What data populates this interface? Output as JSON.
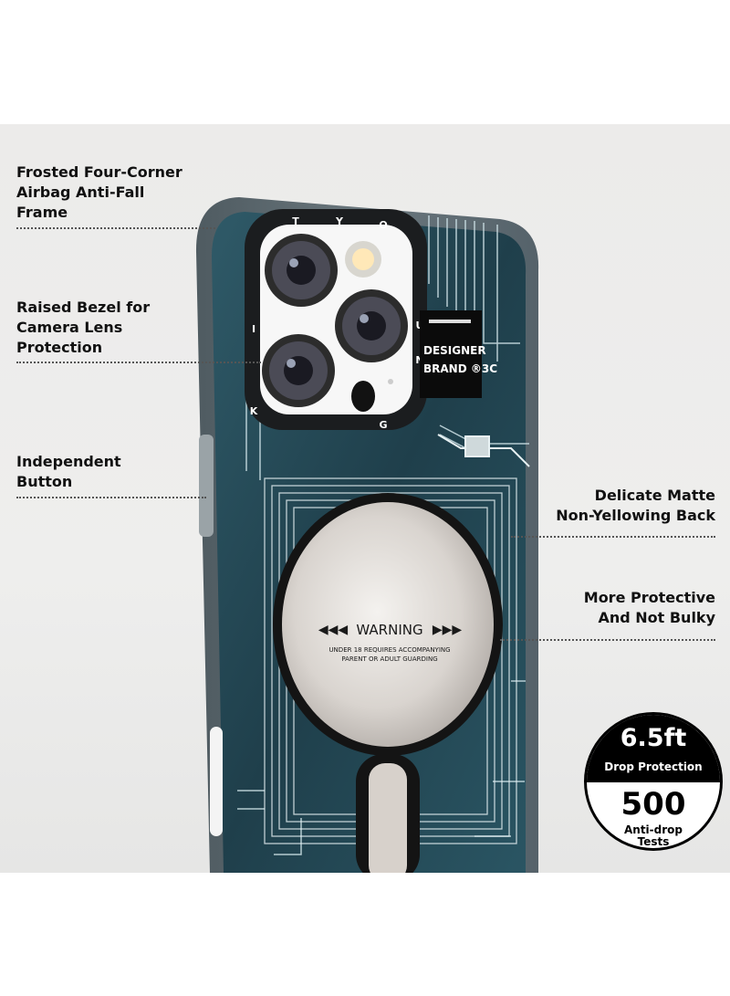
{
  "features": {
    "airbag": "Frosted Four-Corner\nAirbag Anti-Fall\nFrame",
    "bezel": "Raised Bezel for\nCamera Lens\nProtection",
    "button": "Independent\nButton",
    "matte": "Delicate Matte\nNon-Yellowing Back",
    "protective": "More Protective\nAnd Not Bulky"
  },
  "bezel_letters": [
    "T",
    "Y",
    "O",
    "U",
    "N",
    "G",
    "K",
    "I"
  ],
  "brand_patch": {
    "line1": "DESIGNER",
    "line2": "BRAND ®3C"
  },
  "warning": {
    "title": "WARNING",
    "line1": "UNDER 18 REQUIRES ACCOMPANYING",
    "line2": "PARENT OR ADULT GUARDING"
  },
  "badge": {
    "drop_height": "6.5ft",
    "drop_label": "Drop Protection",
    "tests_count": "500",
    "tests_label": "Anti-drop\nTests"
  },
  "colors": {
    "case_frame": "#5e6a70",
    "circuit_base": "#22434f",
    "bezel_ring": "#1b1d1f",
    "badge_black": "#000000"
  }
}
